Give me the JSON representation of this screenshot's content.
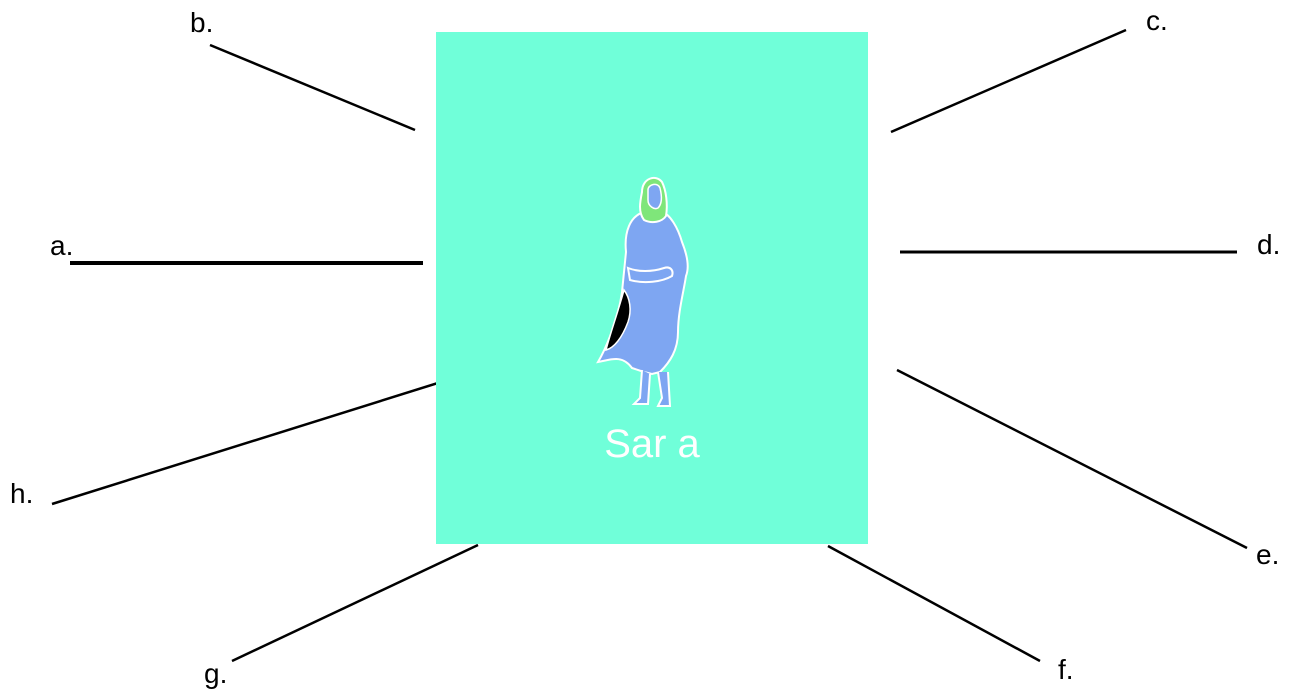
{
  "caption": "Sar a",
  "panel_color": "#70ffd9",
  "figure_colors": {
    "robe": "#7ea6f2",
    "headscarf": "#7fe67a",
    "outline": "#ffffff",
    "shadow": "#000000"
  },
  "figure_icon": "woman-in-robe-illustration",
  "labels": {
    "a": "a.",
    "b": "b.",
    "c": "c.",
    "d": "d.",
    "e": "e.",
    "f": "f.",
    "g": "g.",
    "h": "h."
  }
}
